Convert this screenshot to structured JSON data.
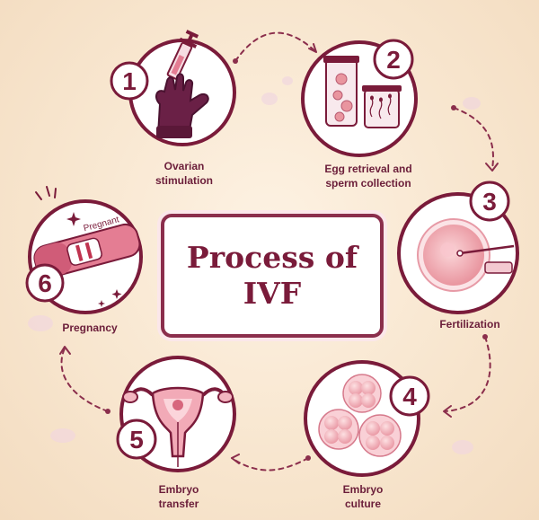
{
  "title": {
    "line1": "Process of",
    "line2": "IVF"
  },
  "colors": {
    "outline": "#7a1b3a",
    "accent_pink": "#e89aac",
    "background": "#f8e6cf"
  },
  "steps": [
    {
      "number": "1",
      "label_line1": "Ovarian",
      "label_line2": "stimulation",
      "icon": "syringe-glove-icon"
    },
    {
      "number": "2",
      "label_line1": "Egg retrieval and",
      "label_line2": "sperm collection",
      "icon": "specimen-jars-icon"
    },
    {
      "number": "3",
      "label_line1": "Fertilization",
      "label_line2": "",
      "icon": "egg-injection-icon"
    },
    {
      "number": "4",
      "label_line1": "Embryo",
      "label_line2": "culture",
      "icon": "embryo-cells-icon"
    },
    {
      "number": "5",
      "label_line1": "Embryo",
      "label_line2": "transfer",
      "icon": "uterus-icon"
    },
    {
      "number": "6",
      "label_line1": "Pregnancy",
      "label_line2": "",
      "icon": "pregnancy-test-icon"
    }
  ],
  "pregnancy_test_text": "Pregnant"
}
